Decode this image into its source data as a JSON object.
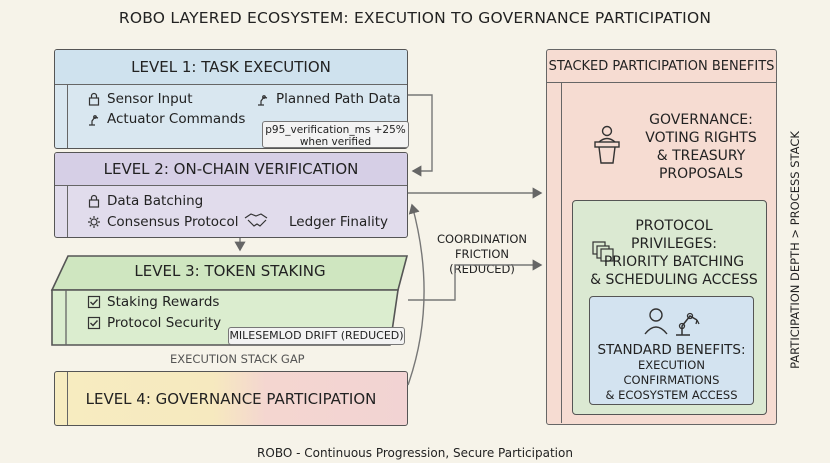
{
  "title": "ROBO LAYERED ECOSYSTEM: EXECUTION TO GOVERNANCE PARTICIPATION",
  "footer": "ROBO - Continuous Progression, Secure Participation",
  "colors": {
    "level1": "#d9e7f0",
    "level2": "#e1dcec",
    "level3": "#dbedcf",
    "right_panel": "#f6dcd2",
    "background": "#f6f3e9"
  },
  "level1": {
    "title": "LEVEL 1: TASK EXECUTION",
    "items": [
      {
        "label": "Sensor Input",
        "icon": "lock-icon"
      },
      {
        "label": "Planned Path Data",
        "icon": "robot-arm-icon"
      },
      {
        "label": "Actuator Commands",
        "icon": "robot-arm-icon"
      }
    ],
    "callout_line1": "p95_verification_ms +25%",
    "callout_line2": "when verified"
  },
  "level2": {
    "title": "LEVEL 2: ON-CHAIN VERIFICATION",
    "items": [
      {
        "label": "Data Batching",
        "icon": "lock-icon"
      },
      {
        "label": "Consensus Protocol",
        "icon": "gear-icon"
      },
      {
        "label": "Ledger Finality",
        "icon": "handshake-icon"
      }
    ]
  },
  "level3": {
    "title": "LEVEL 3: TOKEN STAKING",
    "items": [
      {
        "label": "Staking Rewards",
        "icon": "checkbox-icon"
      },
      {
        "label": "Protocol Security",
        "icon": "checkbox-icon"
      }
    ],
    "callout": "MILESEMLOD DRIFT (REDUCED)"
  },
  "gap_label": "EXECUTION STACK GAP",
  "level4": {
    "title": "LEVEL 4: GOVERNANCE PARTICIPATION"
  },
  "friction": {
    "line1": "COORDINATION",
    "line2": "FRICTION",
    "line3": "(REDUCED)"
  },
  "benefits": {
    "title": "STACKED PARTICIPATION BENEFITS",
    "governance": {
      "line1": "GOVERNANCE:",
      "line2": "VOTING RIGHTS",
      "line3": "& TREASURY",
      "line4": "PROPOSALS",
      "icon": "podium-icon"
    },
    "privileges": {
      "line1": "PROTOCOL",
      "line2": "PRIVILEGES:",
      "line3": "PRIORITY BATCHING",
      "line4": "& SCHEDULING ACCESS",
      "icon": "cubes-icon"
    },
    "standard": {
      "line1": "STANDARD BENEFITS:",
      "line2": "EXECUTION CONFIRMATIONS",
      "line3": "& ECOSYSTEM ACCESS",
      "icons": [
        "person-icon",
        "robot-arm-icon"
      ]
    }
  },
  "side_label": "PARTICIPATION DEPTH > PROCESS STACK"
}
